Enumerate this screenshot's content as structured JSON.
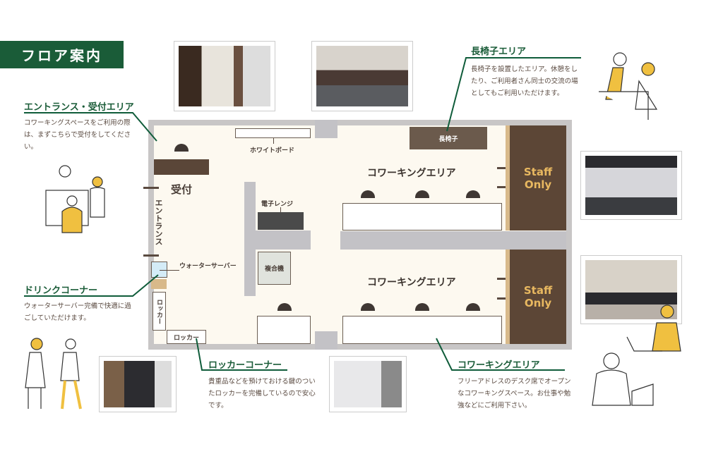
{
  "title": "フロア案内",
  "callouts": {
    "entrance": {
      "heading": "エントランス・受付エリア",
      "text": "コワーキングスペースをご利用の際は、まずこちらで受付をしてください。"
    },
    "bench": {
      "heading": "長椅子エリア",
      "text": "長椅子を設置したエリア。休憩をしたり、ご利用者さん同士の交流の場としてもご利用いただけます。"
    },
    "drink": {
      "heading": "ドリンクコーナー",
      "text": "ウォーターサーバー完備で快適に過ごしていただけます。"
    },
    "locker": {
      "heading": "ロッカーコーナー",
      "text": "貴重品などを預けておける鍵のついたロッカーを完備しているので安心です。"
    },
    "cowork": {
      "heading": "コワーキングエリア",
      "text": "フリーアドレスのデスク席でオープンなコワーキングスペース。お仕事や勉強などにご利用下さい。"
    }
  },
  "plan": {
    "whiteboard": "ホワイトボード",
    "reception": "受付",
    "entrance": "エントランス",
    "microwave": "電子レンジ",
    "copier": "複合機",
    "water_server": "ウォーターサーバー",
    "locker": "ロッカー",
    "bench": "長椅子",
    "cowork_top": "コワーキングエリア",
    "cowork_bottom": "コワーキングエリア",
    "staff_top": "Staff Only",
    "staff_bottom": "Staff Only"
  },
  "colors": {
    "accent": "#1a5c38",
    "floor": "#fdf9f0",
    "staff": "#5c4636",
    "staff_text": "#e8b860"
  }
}
